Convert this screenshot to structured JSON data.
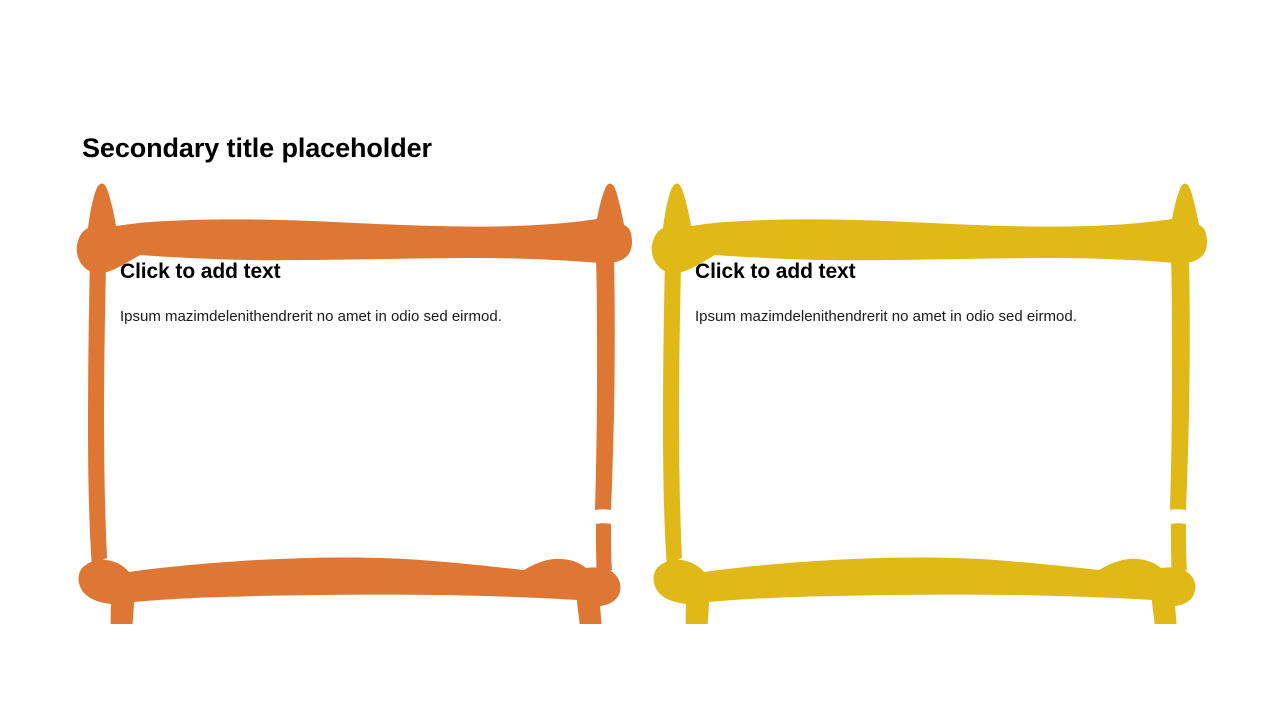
{
  "slide": {
    "background_color": "#FFFFFF",
    "title": "Secondary title placeholder"
  },
  "cards": [
    {
      "id": "card-orange",
      "accent_color": "#DD7733",
      "heading": "Click to add text",
      "body": "Ipsum mazimdelenithendrerit no amet in odio sed eirmod."
    },
    {
      "id": "card-yellow",
      "accent_color": "#E0B818",
      "heading": "Click to add text",
      "body": "Ipsum mazimdelenithendrerit no amet in odio sed eirmod."
    }
  ]
}
